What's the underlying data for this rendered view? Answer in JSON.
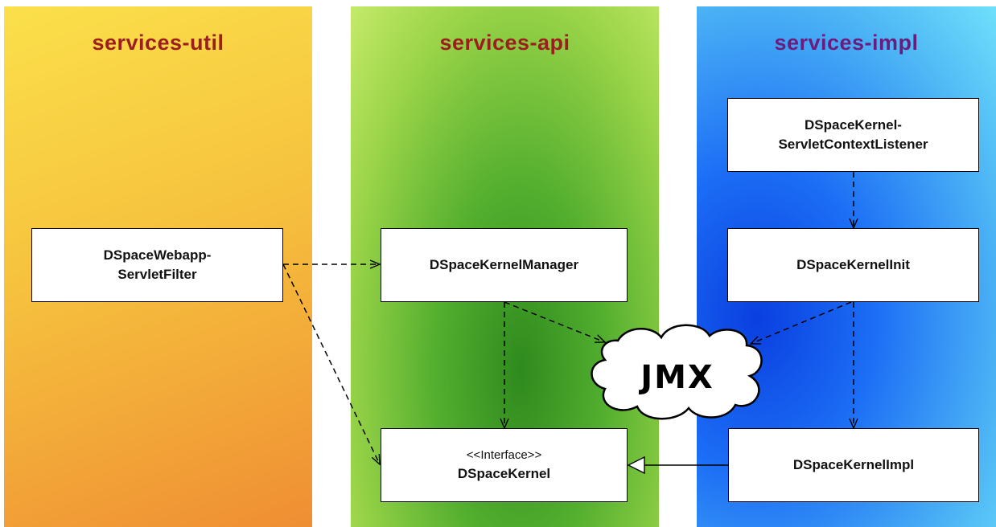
{
  "columns": {
    "util": {
      "title": "services-util",
      "color": "#9c1e1e"
    },
    "api": {
      "title": "services-api",
      "color": "#9c1e1e"
    },
    "impl": {
      "title": "services-impl",
      "color": "#6a1d7c"
    }
  },
  "boxes": {
    "webapp_filter": {
      "line1": "DSpaceWebapp-",
      "line2": "ServletFilter"
    },
    "kernel_manager": {
      "label": "DSpaceKernelManager"
    },
    "kernel_interface": {
      "stereotype": "<<Interface>>",
      "label": "DSpaceKernel"
    },
    "context_listener": {
      "line1": "DSpaceKernel-",
      "line2": "ServletContextListener"
    },
    "kernel_init": {
      "label": "DSpaceKernelInit"
    },
    "kernel_impl": {
      "label": "DSpaceKernelImpl"
    }
  },
  "jmx": {
    "label": "JMX"
  },
  "edges": [
    {
      "from": "DSpaceWebapp-ServletFilter",
      "to": "DSpaceKernelManager",
      "style": "dashed"
    },
    {
      "from": "DSpaceWebapp-ServletFilter",
      "to": "DSpaceKernel",
      "style": "dashed"
    },
    {
      "from": "DSpaceKernelManager",
      "to": "DSpaceKernel",
      "style": "dashed"
    },
    {
      "from": "DSpaceKernelManager",
      "to": "JMX",
      "style": "dashed"
    },
    {
      "from": "DSpaceKernel-ServletContextListener",
      "to": "DSpaceKernelInit",
      "style": "dashed"
    },
    {
      "from": "DSpaceKernelInit",
      "to": "JMX",
      "style": "dashed"
    },
    {
      "from": "DSpaceKernelInit",
      "to": "DSpaceKernelImpl",
      "style": "dashed"
    },
    {
      "from": "DSpaceKernelImpl",
      "to": "DSpaceKernel",
      "style": "realization"
    }
  ]
}
